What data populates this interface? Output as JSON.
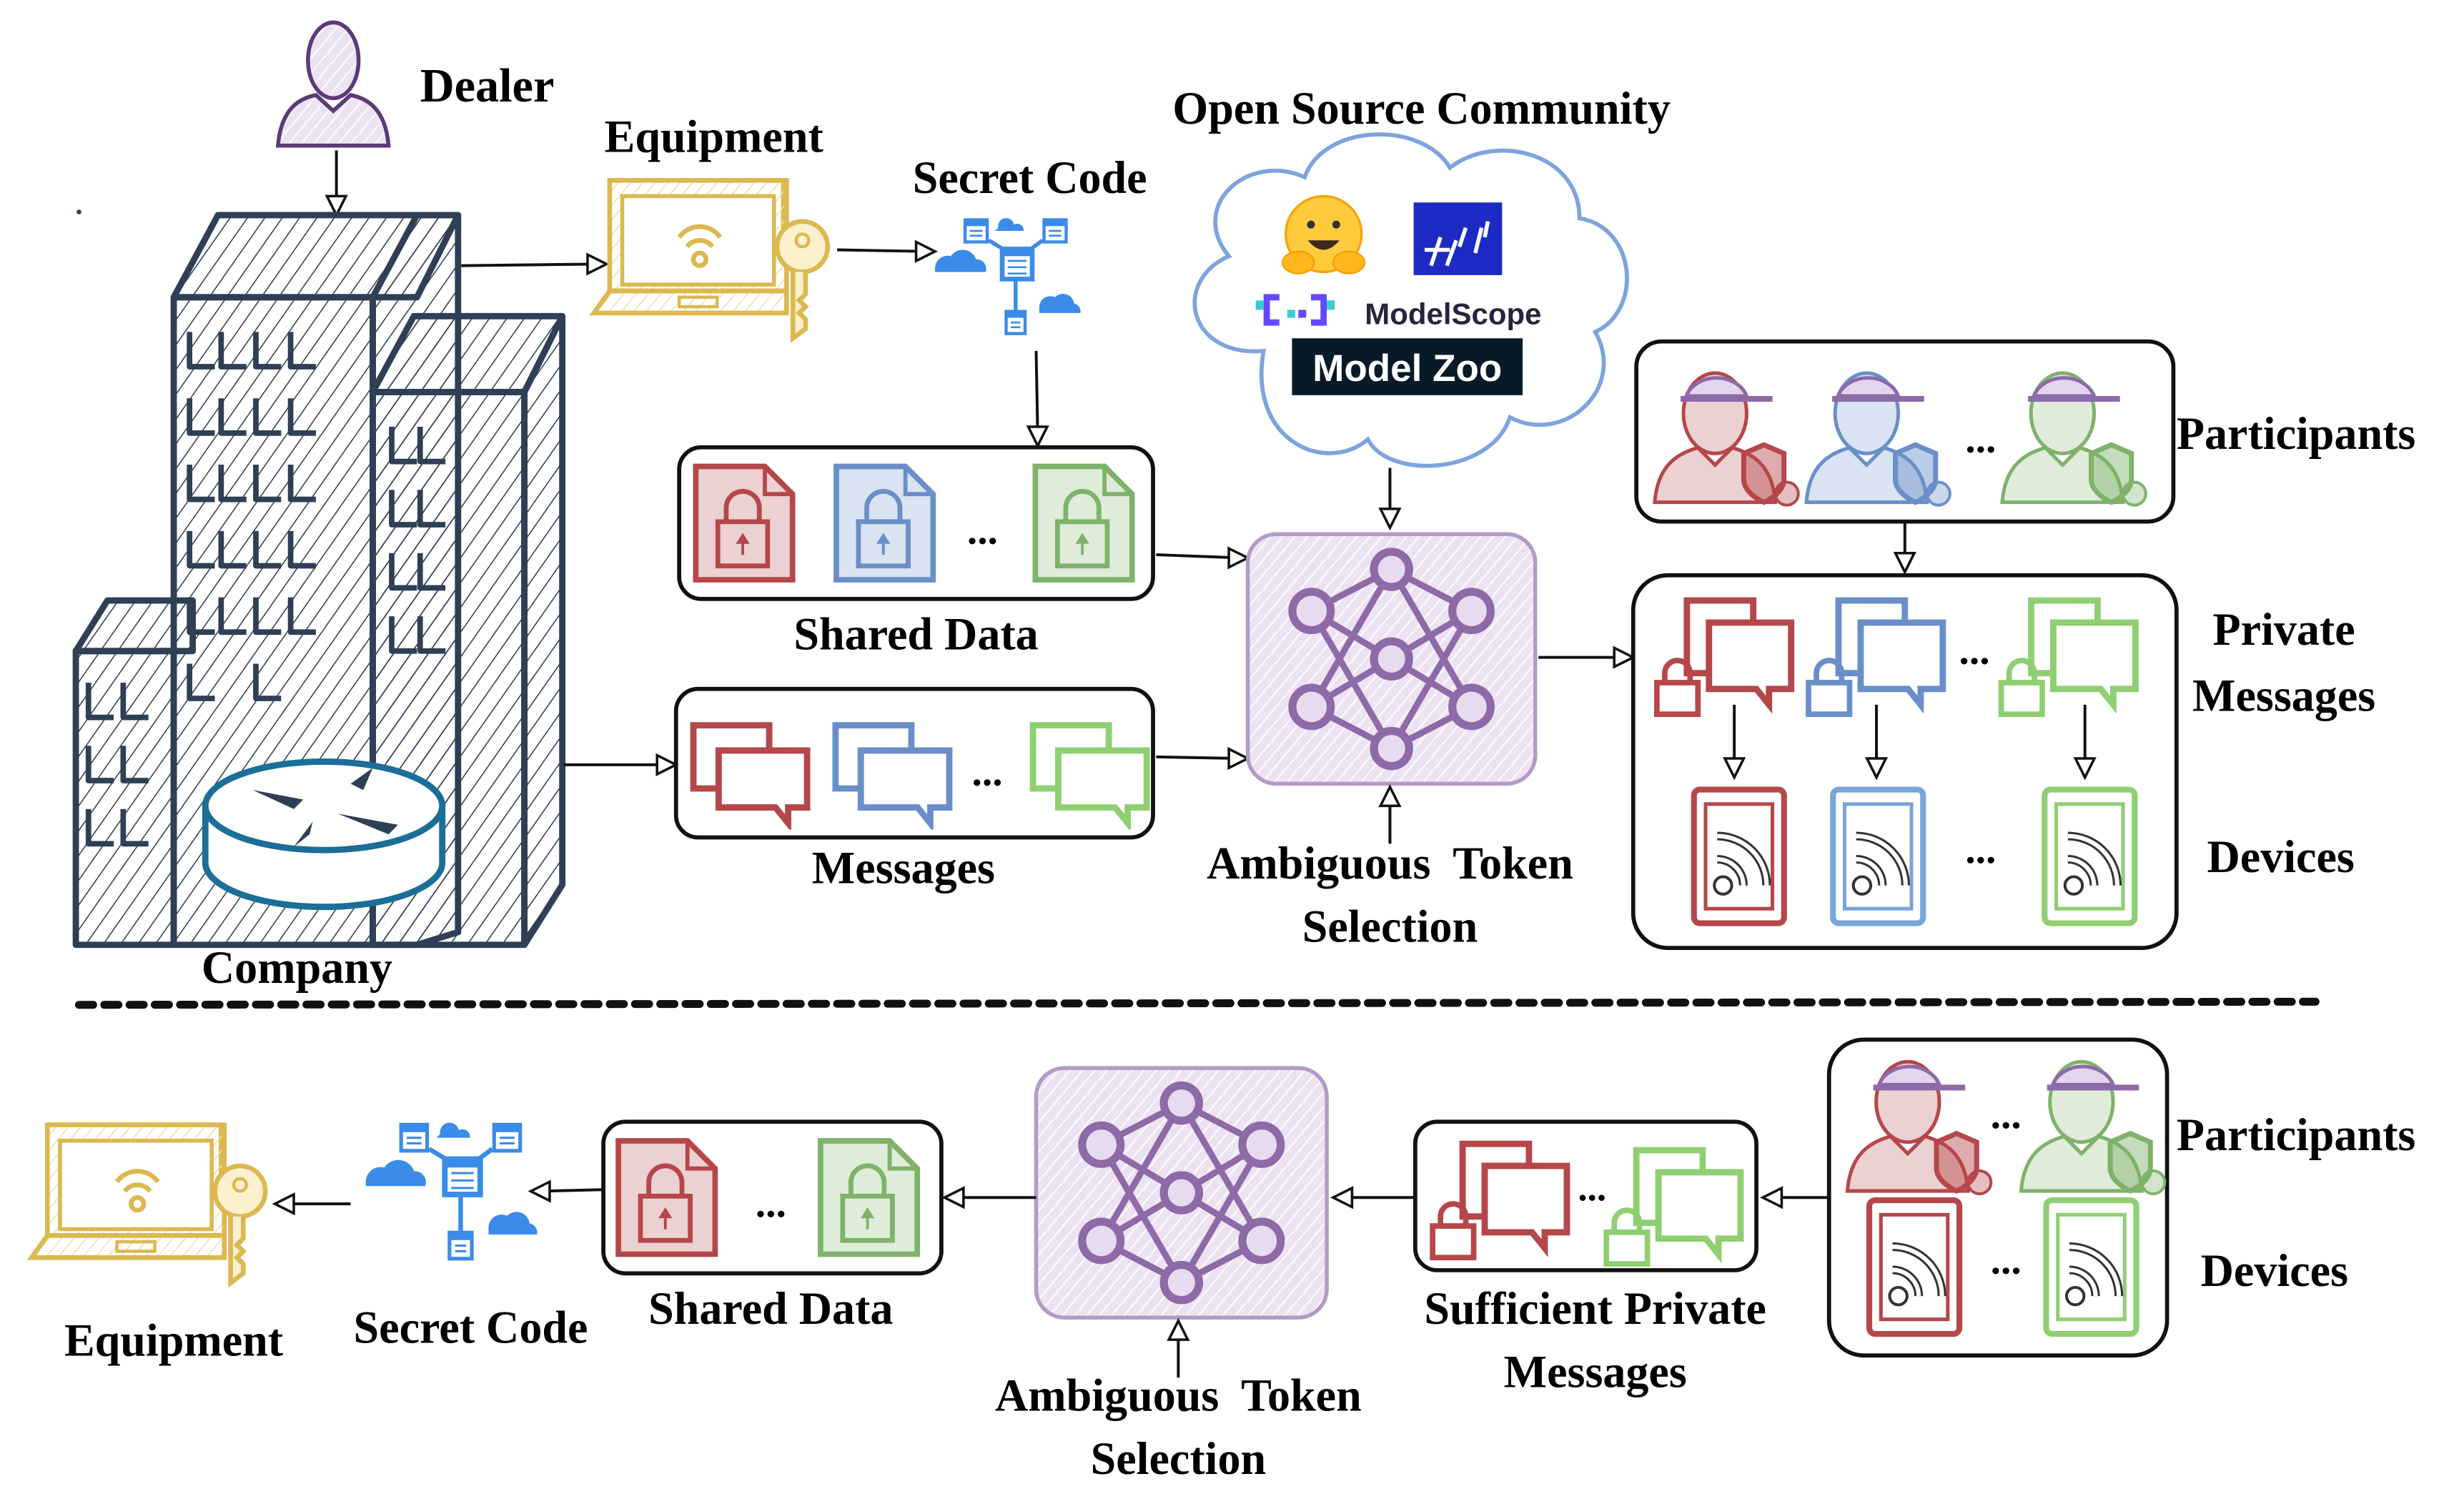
{
  "colors": {
    "red": "#b5474a",
    "red_fill": "#f4c8c8",
    "blue": "#6a8fc8",
    "blue_fill": "#d3e1f5",
    "green": "#7fb26a",
    "green_fill": "#d5ead0",
    "light_green": "#8fcf72",
    "purple": "#8e6aa8",
    "purple_fill": "#e7dcef",
    "yellow": "#dcb850",
    "yellow_fill": "#fbf0cc",
    "navy": "#2f3f55",
    "teal": "#1b6e98",
    "cloud_blue": "#3b8be8",
    "modelzoo_bg": "#061a28"
  },
  "top_section": {
    "dealer": {
      "label": "Dealer",
      "icon": "user-icon"
    },
    "company": {
      "label": "Company",
      "icon": "building-icon"
    },
    "equipment": {
      "label": "Equipment",
      "icon": "laptop-key-icon"
    },
    "secret_code": {
      "label": "Secret Code",
      "icon": "network-cloud-icon"
    },
    "open_source": {
      "label": "Open Source Community",
      "logos": [
        "huggingface-logo",
        "paddle-logo",
        "modelscope-logo",
        "model-zoo-logo"
      ],
      "modelscope_text": "ModelScope",
      "model_zoo_text": "Model Zoo"
    },
    "shared_data": {
      "label": "Shared Data",
      "items": [
        "red",
        "blue",
        "green"
      ],
      "ellipsis": "..."
    },
    "messages": {
      "label": "Messages",
      "items": [
        "red",
        "blue",
        "green"
      ],
      "ellipsis": "..."
    },
    "model": {
      "label_line1": "Ambiguous  Token",
      "label_line2": "Selection",
      "icon": "neural-network-icon"
    },
    "participants": {
      "label": "Participants",
      "items": [
        "red",
        "blue",
        "green"
      ],
      "ellipsis": "..."
    },
    "private_messages": {
      "label_line1": "Private",
      "label_line2": "Messages",
      "items": [
        "red",
        "blue",
        "green"
      ],
      "ellipsis": "..."
    },
    "devices": {
      "label": "Devices",
      "items": [
        "red",
        "blue",
        "green"
      ],
      "ellipsis": "..."
    }
  },
  "bottom_section": {
    "participants": {
      "label": "Participants",
      "items": [
        "red",
        "green"
      ],
      "ellipsis": "..."
    },
    "devices": {
      "label": "Devices",
      "items": [
        "red",
        "green"
      ],
      "ellipsis": "..."
    },
    "sufficient_private_messages": {
      "label_line1": "Sufficient Private",
      "label_line2": "Messages",
      "items": [
        "red",
        "green"
      ],
      "ellipsis": "..."
    },
    "model": {
      "label_line1": "Ambiguous  Token",
      "label_line2": "Selection",
      "icon": "neural-network-icon"
    },
    "shared_data": {
      "label": "Shared Data",
      "items": [
        "red",
        "green"
      ],
      "ellipsis": "..."
    },
    "secret_code": {
      "label": "Secret Code",
      "icon": "network-cloud-icon"
    },
    "equipment": {
      "label": "Equipment",
      "icon": "laptop-key-icon"
    }
  }
}
